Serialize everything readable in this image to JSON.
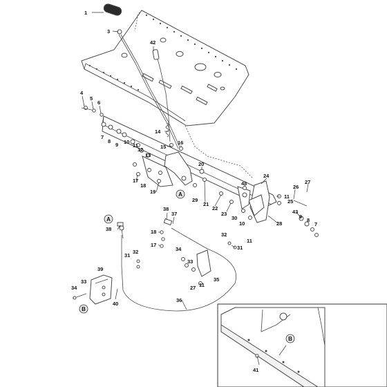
{
  "labels": [
    "1",
    "3",
    "42",
    "4",
    "5",
    "6",
    "7",
    "8",
    "9",
    "10",
    "11",
    "12",
    "13",
    "14",
    "15",
    "16",
    "17",
    "18",
    "19",
    "20",
    "21",
    "22",
    "23",
    "24",
    "25",
    "26",
    "27",
    "28",
    "29",
    "30",
    "31",
    "32",
    "33",
    "34",
    "35",
    "36",
    "37",
    "38",
    "39",
    "40",
    "41",
    "43"
  ],
  "callouts": [
    "A",
    "B"
  ]
}
